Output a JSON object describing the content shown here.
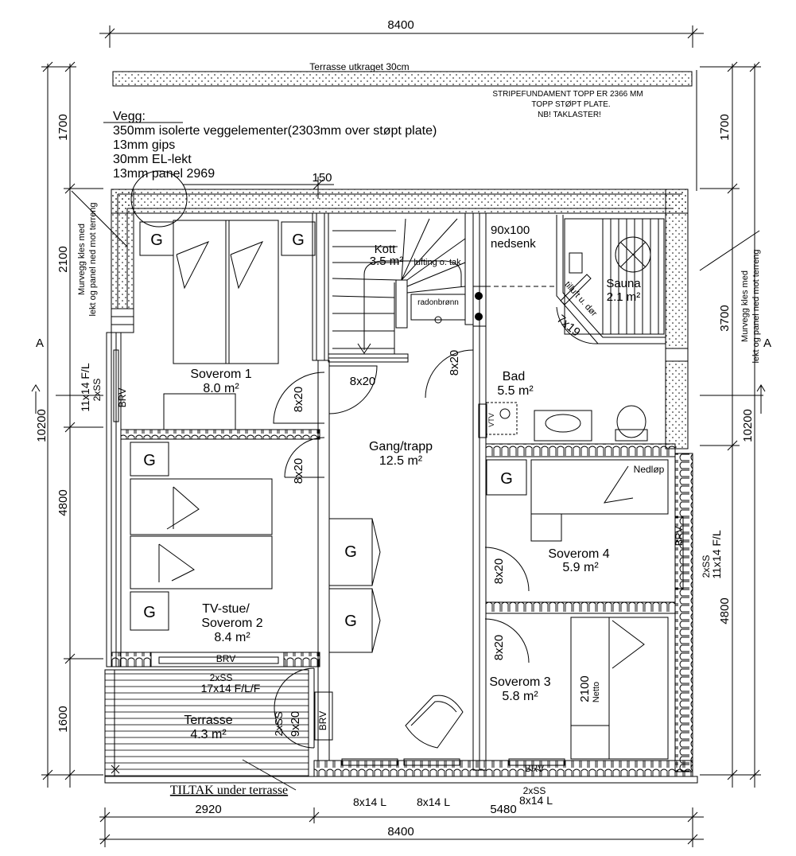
{
  "dimensions": {
    "top_total": "8400",
    "bottom_total": "8400",
    "bottom_left": "2920",
    "bottom_right": "5480",
    "left_total": "10200",
    "right_total": "10200",
    "left_1700": "1700",
    "left_2100": "2100",
    "left_4800": "4800",
    "left_1600": "1600",
    "right_1700": "1700",
    "right_3700": "3700",
    "right_4800": "4800",
    "dim_150": "150"
  },
  "section_marks": {
    "left": "A",
    "right": "A"
  },
  "notes": {
    "terrace_top": "Terrasse utkraget 30cm",
    "foundation": [
      "STRIPEFUNDAMENT TOPP ER 2366 MM",
      "TOPP STØPT PLATE.",
      "NB! TAKLASTER!"
    ],
    "wall_title": "Vegg:",
    "wall_lines": [
      "350mm isolerte veggelementer(2303mm over støpt plate)",
      "13mm gips",
      "30mm EL-lekt",
      "13mm panel  2969"
    ],
    "wall_left_1": "Murvegg kles med",
    "wall_left_2": "lekt og panel ned mot terreng",
    "wall_right_1": "Murvegg kles med",
    "wall_right_2": "lekt og panel ned mot terreng",
    "tiltak": "TILTAK under terrasse"
  },
  "rooms": {
    "kott_name": "Kott",
    "kott_area": "3.5 m²",
    "lufting": "lufting o. tak",
    "radon": "radonbrønn",
    "nedsenk_1": "90x100",
    "nedsenk_2": "nedsenk",
    "sauna_name": "Sauna",
    "sauna_area": "2.1 m²",
    "tilluft": "tilluft u. dør",
    "soverom1_name": "Soverom 1",
    "soverom1_area": "8.0 m²",
    "bad_name": "Bad",
    "bad_area": "5.5 m²",
    "gang_name": "Gang/trapp",
    "gang_area": "12.5 m²",
    "soverom4_name": "Soverom 4",
    "soverom4_area": "5.9 m²",
    "nedlop": "Nedløp",
    "tv_1": "TV-stue/",
    "tv_2": "Soverom 2",
    "tv_area": "8.4 m²",
    "soverom3_name": "Soverom 3",
    "soverom3_area": "5.8 m²",
    "terrasse_name": "Terrasse",
    "terrasse_area": "4.3 m²",
    "netto": "Netto",
    "h2100": "2100"
  },
  "doors": {
    "d1": "8x20",
    "d2": "8x20",
    "d3": "8x20",
    "d4": "8x20",
    "d5": "8x20",
    "d6": "8x20",
    "d7": "7x19",
    "d8": "9x20",
    "d8ss": "2xSS"
  },
  "windows": {
    "w_left": "11x14 F/L",
    "w_left_ss": "2xSS",
    "w_right": "11x14 F/L",
    "w_right_ss": "2xSS",
    "w_terr_ss": "2xSS",
    "w_terr": "17x14 F/L/F",
    "b1": "8x14 L",
    "b2": "8x14 L",
    "b3_ss": "2xSS",
    "b3": "8x14 L",
    "brv": "BRV",
    "vtv": "VTV"
  },
  "wardrobe": "G"
}
